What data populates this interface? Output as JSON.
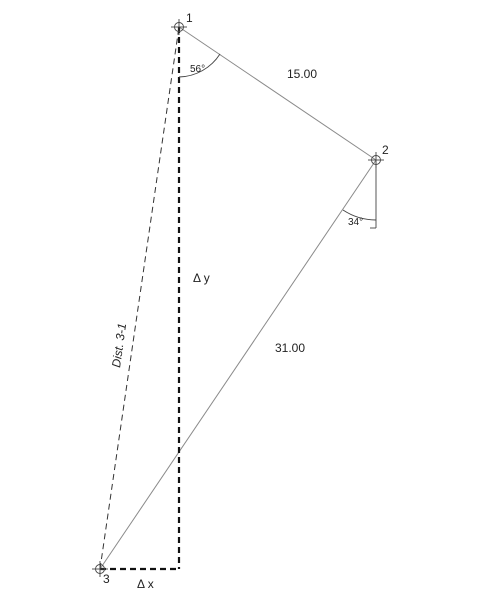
{
  "points": {
    "p1": {
      "label": "1"
    },
    "p2": {
      "label": "2"
    },
    "p3": {
      "label": "3"
    }
  },
  "angles": {
    "at_p1": "56°",
    "at_p2": "34°"
  },
  "distances": {
    "d12": "15.00",
    "d23": "31.00",
    "d31": "Dist. 3-1"
  },
  "deltas": {
    "dy": "Δ y",
    "dx": "Δ x"
  }
}
